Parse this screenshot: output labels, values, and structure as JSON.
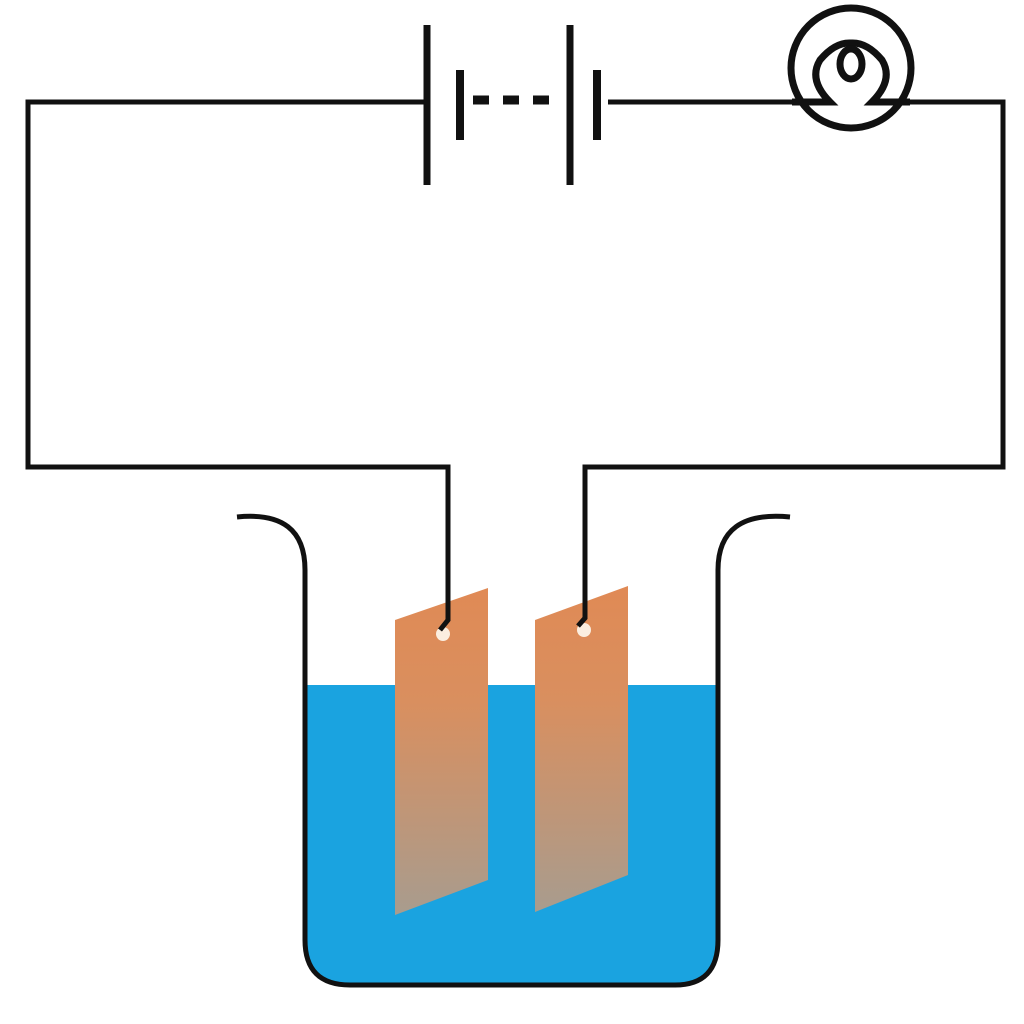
{
  "diagram": {
    "components": [
      "battery",
      "bulb",
      "beaker",
      "electrolyte",
      "electrode-left",
      "electrode-right",
      "wires"
    ]
  },
  "colors": {
    "wire": "#111111",
    "electrolyte": "#1aa3e0",
    "electrode_top": "#e08a55",
    "electrode_bottom": "#a89c8e",
    "background": "#ffffff"
  }
}
